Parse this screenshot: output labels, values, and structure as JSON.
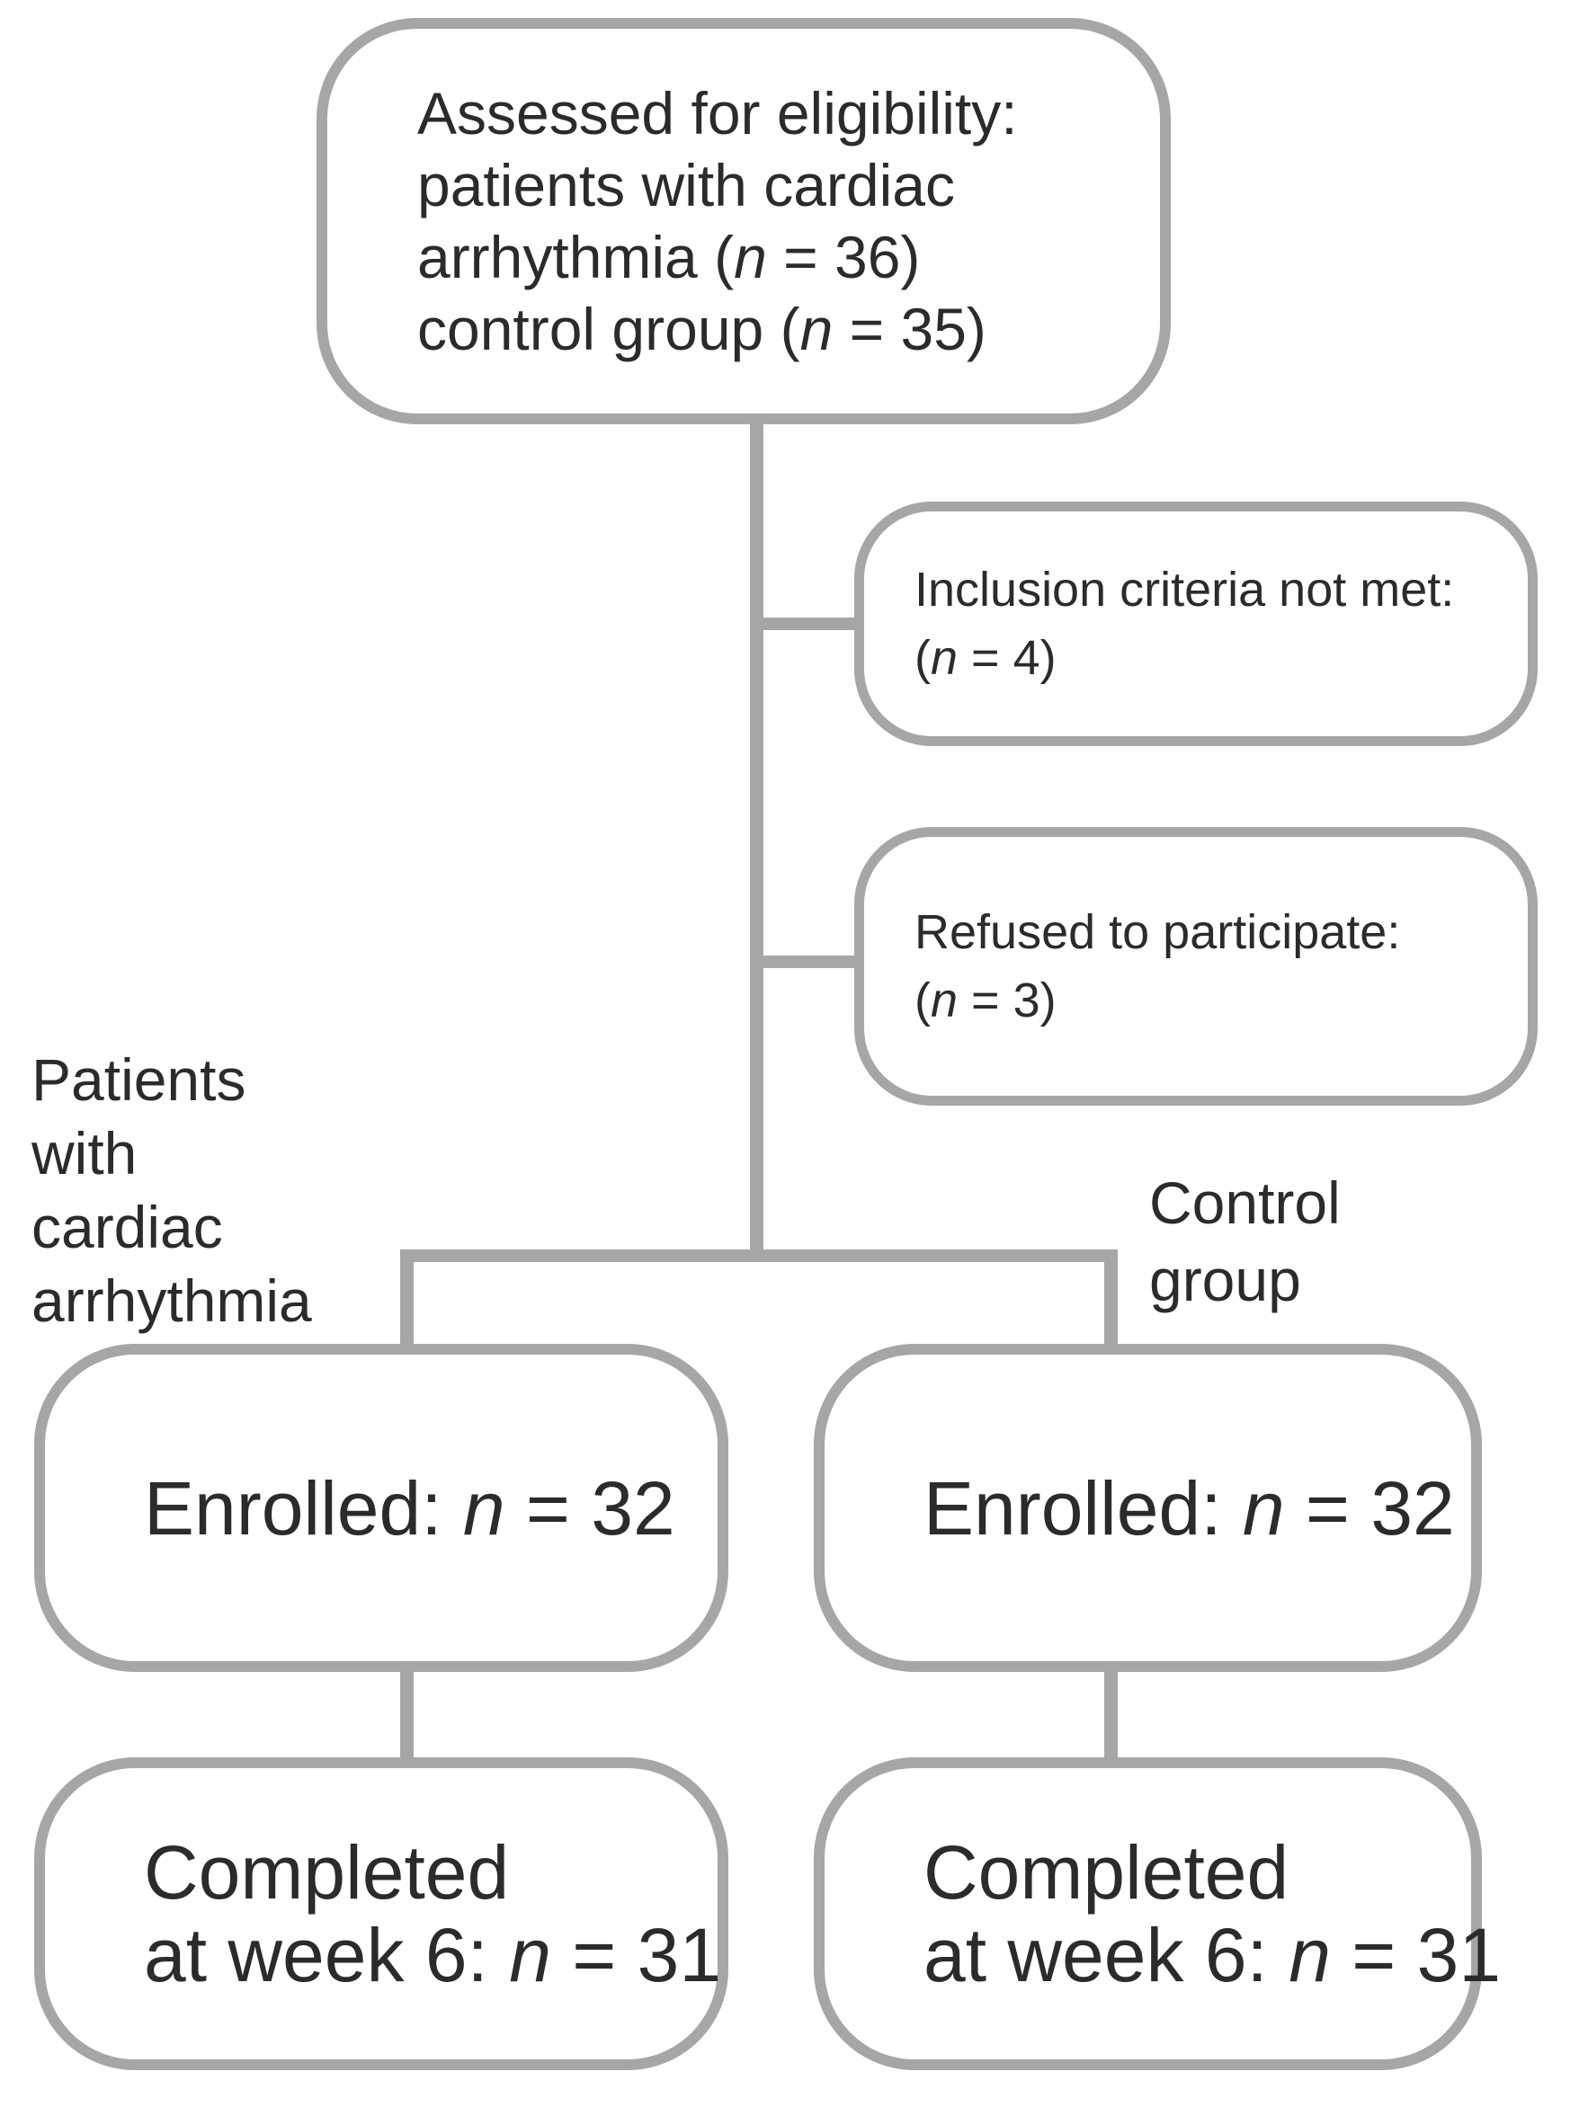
{
  "colors": {
    "line": "#a6a6a6",
    "text": "#2b2b2b",
    "background": "#ffffff"
  },
  "diagram": {
    "assessed_box": {
      "lines": [
        [
          {
            "text": "Assessed for eligibility:"
          }
        ],
        [
          {
            "text": "patients with cardiac"
          }
        ],
        [
          {
            "text": "arrhythmia ("
          },
          {
            "text": "n",
            "italic": true
          },
          {
            "text": " = 36)"
          }
        ],
        [
          {
            "text": "control group ("
          },
          {
            "text": "n",
            "italic": true
          },
          {
            "text": " = 35)"
          }
        ]
      ]
    },
    "inclusion_box": {
      "lines": [
        [
          {
            "text": "Inclusion criteria not met:"
          }
        ],
        [
          {
            "text": "("
          },
          {
            "text": "n",
            "italic": true
          },
          {
            "text": " = 4)"
          }
        ]
      ]
    },
    "refused_box": {
      "lines": [
        [
          {
            "text": "Refused to participate:"
          }
        ],
        [
          {
            "text": "("
          },
          {
            "text": "n",
            "italic": true
          },
          {
            "text": " = 3)"
          }
        ]
      ]
    },
    "left_arm_label": {
      "lines": [
        [
          {
            "text": "Patients"
          }
        ],
        [
          {
            "text": "with"
          }
        ],
        [
          {
            "text": "cardiac"
          }
        ],
        [
          {
            "text": "arrhythmia"
          }
        ]
      ]
    },
    "right_arm_label": {
      "lines": [
        [
          {
            "text": "Control"
          }
        ],
        [
          {
            "text": "group"
          }
        ]
      ]
    },
    "enrolled_left_box": {
      "lines": [
        [
          {
            "text": "Enrolled: "
          },
          {
            "text": "n",
            "italic": true
          },
          {
            "text": " = 32"
          }
        ]
      ]
    },
    "enrolled_right_box": {
      "lines": [
        [
          {
            "text": "Enrolled: "
          },
          {
            "text": "n",
            "italic": true
          },
          {
            "text": " = 32"
          }
        ]
      ]
    },
    "completed_left_box": {
      "lines": [
        [
          {
            "text": "Completed"
          }
        ],
        [
          {
            "text": "at week 6: "
          },
          {
            "text": "n",
            "italic": true
          },
          {
            "text": " = 31"
          }
        ]
      ]
    },
    "completed_right_box": {
      "lines": [
        [
          {
            "text": "Completed"
          }
        ],
        [
          {
            "text": "at week 6: "
          },
          {
            "text": "n",
            "italic": true
          },
          {
            "text": " = 31"
          }
        ]
      ]
    }
  }
}
